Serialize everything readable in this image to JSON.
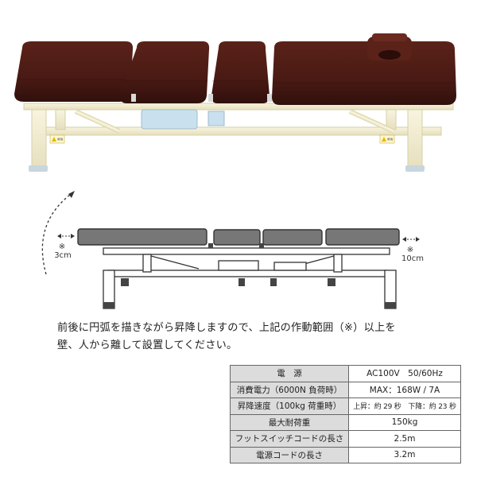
{
  "photo": {
    "label_left": "昇降",
    "label_right": "昇降"
  },
  "diagram": {
    "left_mark": "※",
    "left_value": "3cm",
    "right_mark": "※",
    "right_value": "10cm"
  },
  "caption": {
    "line1": "前後に円弧を描きながら昇降しますので、上記の作動範囲（※）以上を",
    "line2": "壁、人から離して設置してください。"
  },
  "spec_table": [
    {
      "label": "電　源",
      "value": "AC100V　50/60Hz"
    },
    {
      "label": "消費電力（6000N 負荷時）",
      "value": "MAX：168W / 7A"
    },
    {
      "label": "昇降速度（100kg 荷重時）",
      "value": "上昇：約 29 秒　下降：約 23 秒"
    },
    {
      "label": "最大耐荷重",
      "value": "150kg"
    },
    {
      "label": "フットスイッチコードの長さ",
      "value": "2.5m"
    },
    {
      "label": "電源コードの長さ",
      "value": "3.2m"
    }
  ],
  "colors": {
    "cushion": "#4a1a14",
    "frame": "#f2edd2",
    "motor": "#c9e0ee"
  }
}
